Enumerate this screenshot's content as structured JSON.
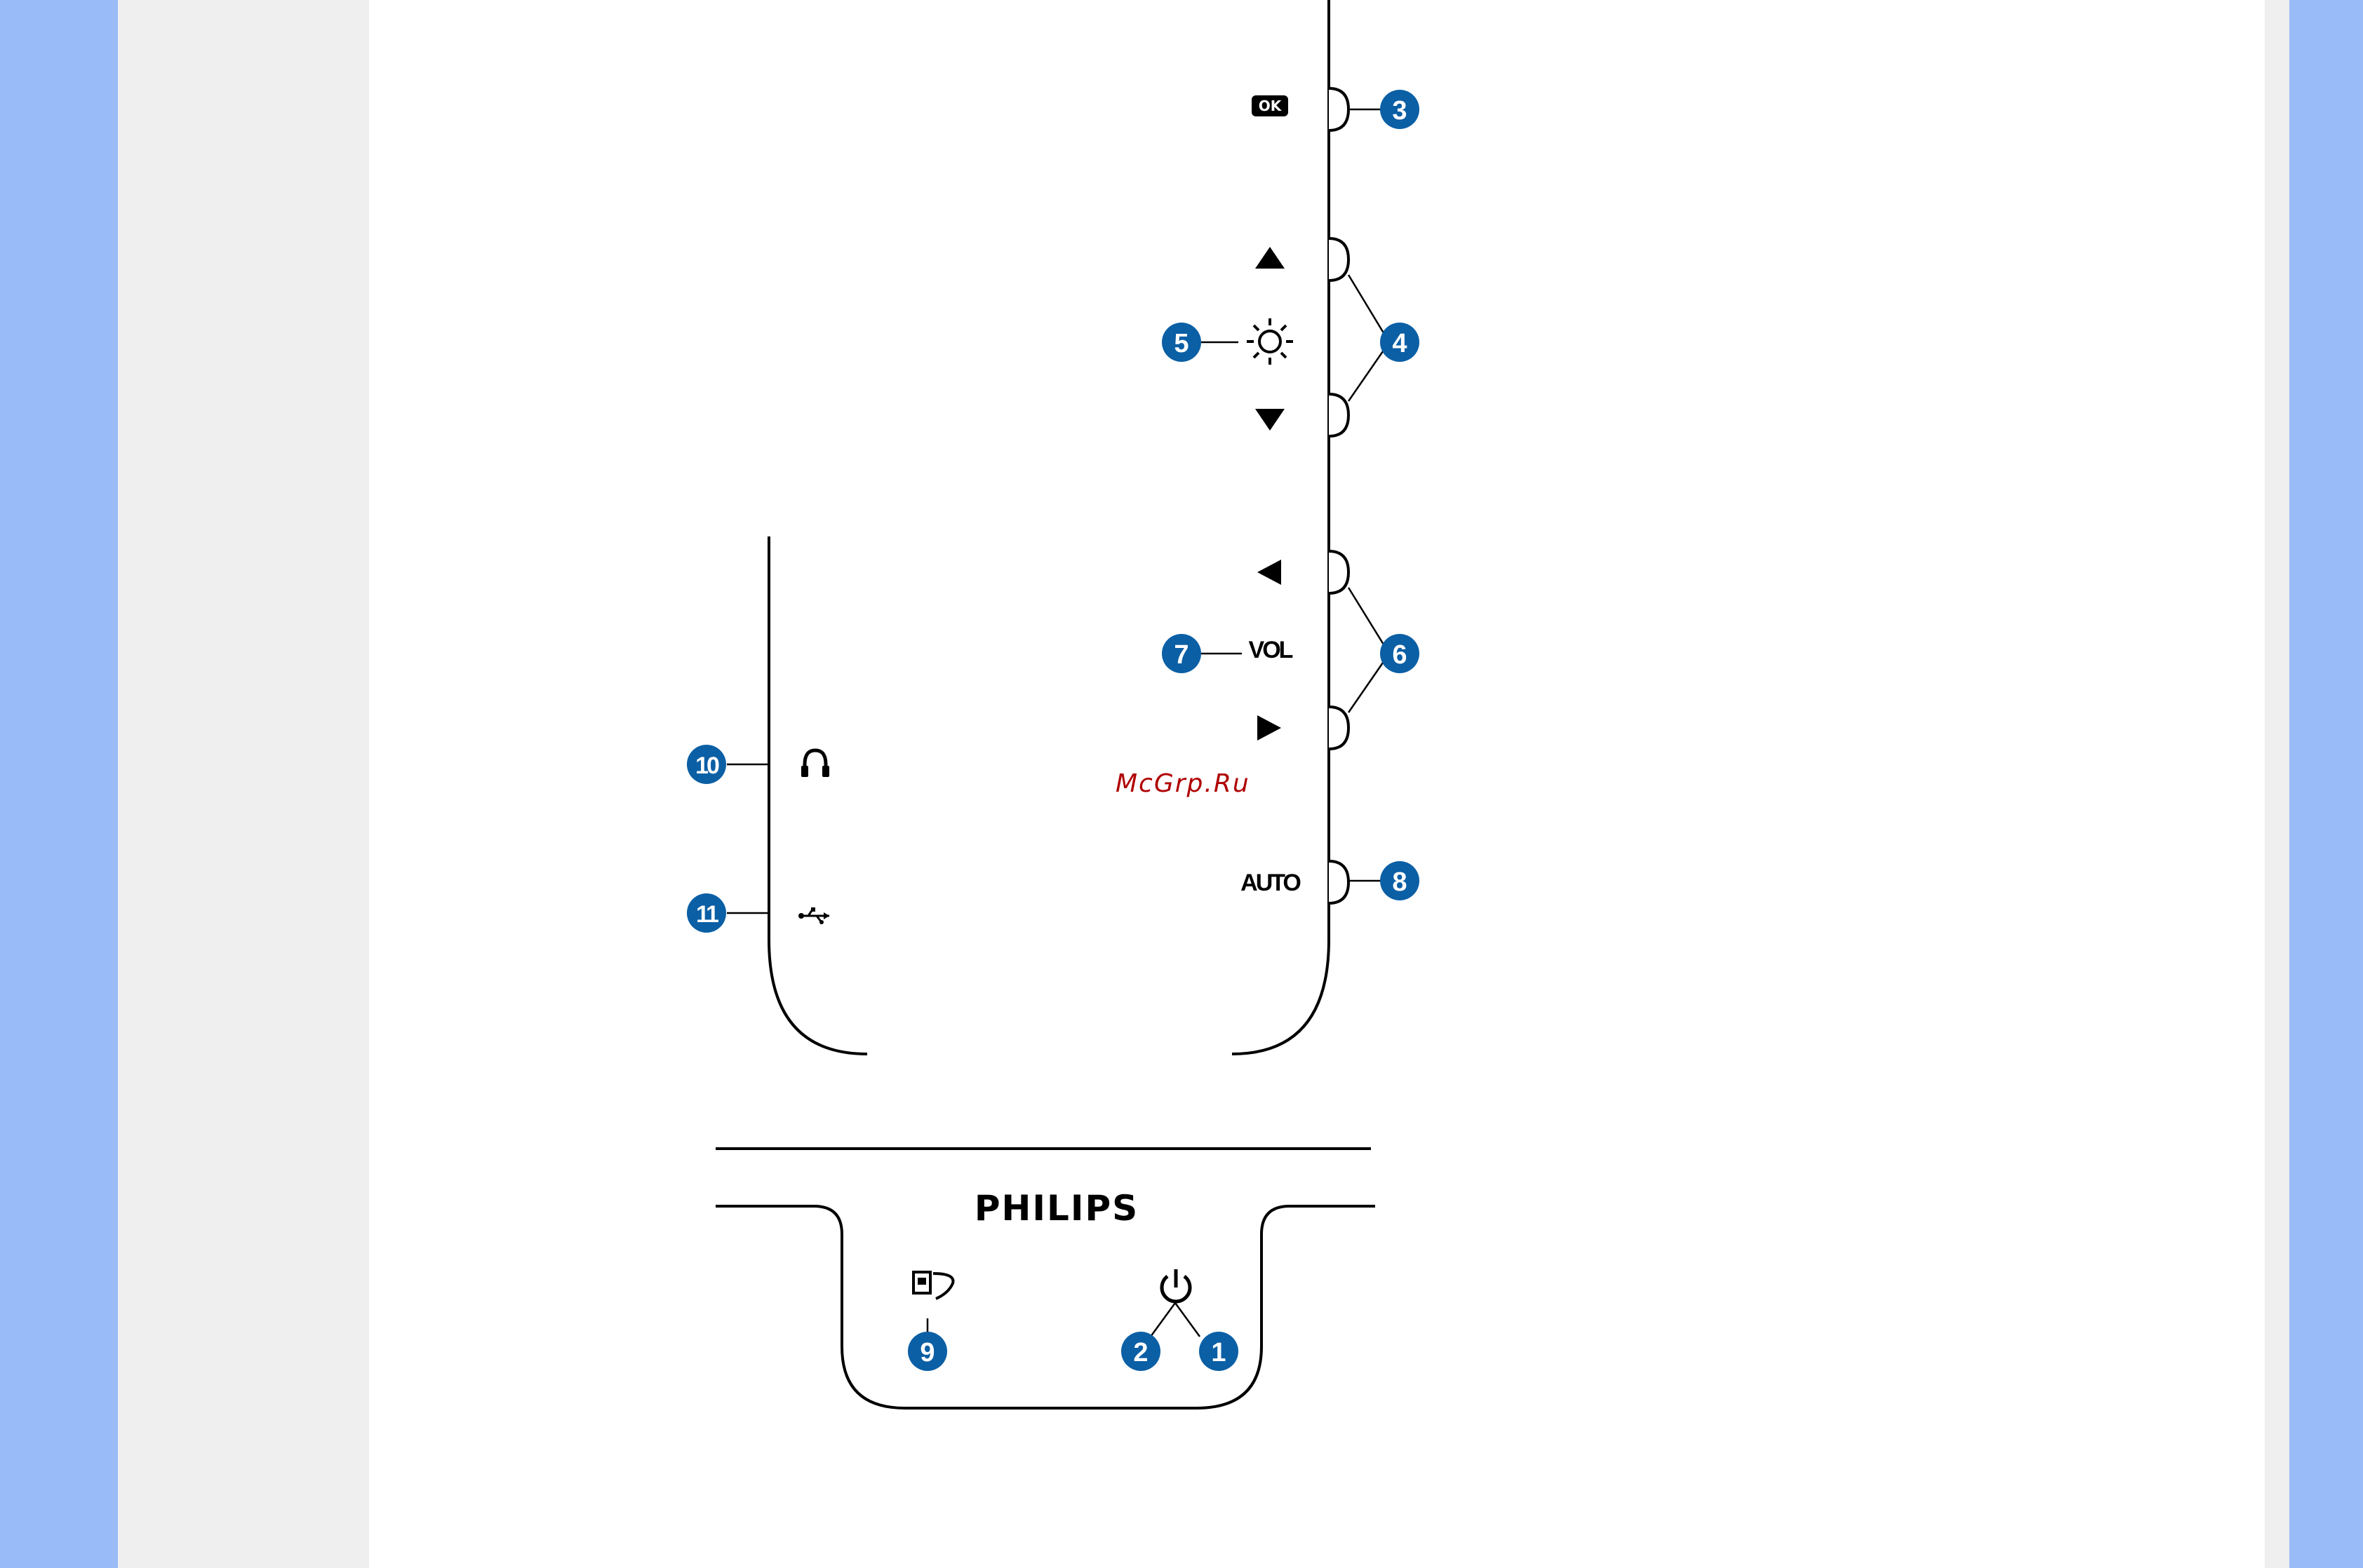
{
  "diagram": {
    "brand": "PHILIPS",
    "watermark": "McGrp.Ru",
    "button_labels": {
      "auto": "AUTO",
      "vol": "VOL"
    },
    "callouts": {
      "c1": "1",
      "c2": "2",
      "c3": "3",
      "c4": "4",
      "c5": "5",
      "c6": "6",
      "c7": "7",
      "c8": "8",
      "c9": "9",
      "c10": "10",
      "c11": "11"
    },
    "icons": {
      "ok": "ok-icon",
      "up": "triangle-up-icon",
      "brightness": "brightness-sun-icon",
      "down": "triangle-down-icon",
      "left": "triangle-left-icon",
      "right": "triangle-right-icon",
      "headphone": "headphone-icon",
      "usb": "usb-icon",
      "power": "power-icon",
      "smartimage": "smartimage-icon"
    },
    "colors": {
      "callout_fill": "#0b5fa5",
      "line": "#000000",
      "watermark": "#b00000"
    }
  }
}
